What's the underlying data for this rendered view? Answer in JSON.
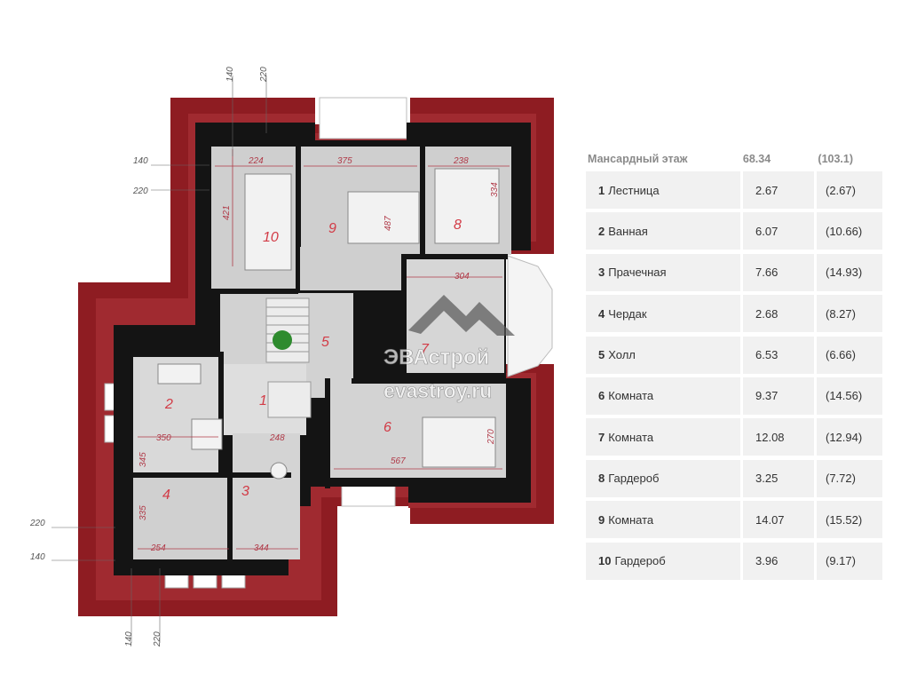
{
  "plan": {
    "rooms": [
      {
        "num": "1"
      },
      {
        "num": "2"
      },
      {
        "num": "3"
      },
      {
        "num": "4"
      },
      {
        "num": "5"
      },
      {
        "num": "6"
      },
      {
        "num": "7"
      },
      {
        "num": "8"
      },
      {
        "num": "9"
      },
      {
        "num": "10"
      }
    ],
    "dims": {
      "d224": "224",
      "d375": "375",
      "d238": "238",
      "d421": "421",
      "d487": "487",
      "d334": "334",
      "d304": "304",
      "d350": "350",
      "d248": "248",
      "d345": "345",
      "d335": "335",
      "d254": "254",
      "d344": "344",
      "d567": "567",
      "d270": "270"
    },
    "side_dims": {
      "top_140": "140",
      "top_220": "220",
      "left_140": "140",
      "left_220": "220",
      "lower_220": "220",
      "lower_140": "140",
      "bottom_140": "140",
      "bottom_220": "220"
    },
    "watermark": {
      "brand": "ЭВАстрой",
      "site": "evastroy.ru"
    },
    "colors": {
      "roof": "#8e1c22",
      "wall": "#111111",
      "room": "#c9c9c9"
    }
  },
  "areas": {
    "header": {
      "title": "Мансардный этаж",
      "net": "68.34",
      "gross": "(103.1)"
    },
    "rows": [
      {
        "num": "1",
        "name": "Лестница",
        "net": "2.67",
        "gross": "(2.67)"
      },
      {
        "num": "2",
        "name": "Ванная",
        "net": "6.07",
        "gross": "(10.66)"
      },
      {
        "num": "3",
        "name": "Прачечная",
        "net": "7.66",
        "gross": "(14.93)"
      },
      {
        "num": "4",
        "name": "Чердак",
        "net": "2.68",
        "gross": "(8.27)"
      },
      {
        "num": "5",
        "name": "Холл",
        "net": "6.53",
        "gross": "(6.66)"
      },
      {
        "num": "6",
        "name": "Комната",
        "net": "9.37",
        "gross": "(14.56)"
      },
      {
        "num": "7",
        "name": "Комната",
        "net": "12.08",
        "gross": "(12.94)"
      },
      {
        "num": "8",
        "name": "Гардероб",
        "net": "3.25",
        "gross": "(7.72)"
      },
      {
        "num": "9",
        "name": "Комната",
        "net": "14.07",
        "gross": "(15.52)"
      },
      {
        "num": "10",
        "name": "Гардероб",
        "net": "3.96",
        "gross": "(9.17)"
      }
    ]
  }
}
